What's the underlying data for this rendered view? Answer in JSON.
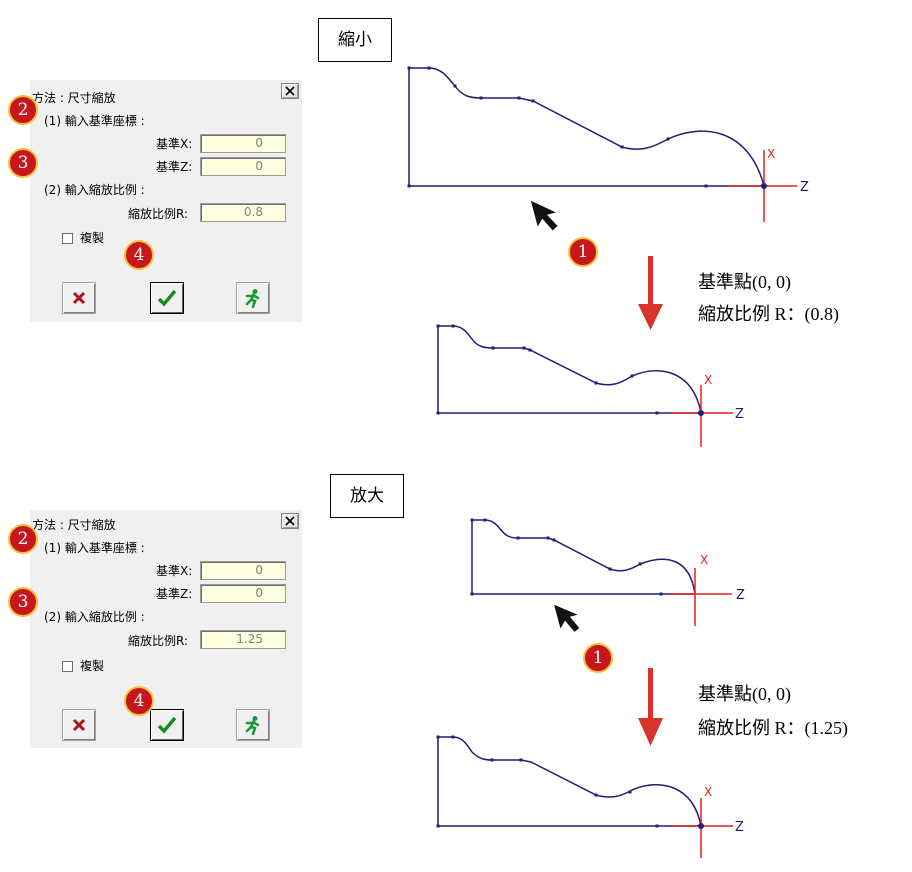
{
  "dialogs": [
    {
      "method_label": "方法 : 尺寸縮放",
      "step1_label": "(1) 輸入基準座標 :",
      "base_x_label": "基準X:",
      "base_x_value": "0",
      "base_z_label": "基準Z:",
      "base_z_value": "0",
      "step2_label": "(2) 輸入縮放比例 :",
      "ratio_label": "縮放比例R:",
      "ratio_value": "0.8",
      "copy_label": "複製"
    },
    {
      "method_label": "方法 : 尺寸縮放",
      "step1_label": "(1) 輸入基準座標 :",
      "base_x_label": "基準X:",
      "base_x_value": "0",
      "base_z_label": "基準Z:",
      "base_z_value": "0",
      "step2_label": "(2) 輸入縮放比例 :",
      "ratio_label": "縮放比例R:",
      "ratio_value": "1.25",
      "copy_label": "複製"
    }
  ],
  "badges": [
    "1",
    "2",
    "3",
    "4"
  ],
  "sections": [
    {
      "title": "縮小",
      "caption_base": "基準點(0, 0)",
      "caption_ratio": "縮放比例 R：(0.8)"
    },
    {
      "title": "放大",
      "caption_base": "基準點(0, 0)",
      "caption_ratio": "縮放比例 R：(1.25)"
    }
  ],
  "axis_labels": {
    "x": "X",
    "z": "Z"
  },
  "colors": {
    "badge": "#c8161d",
    "badge_border": "#f2c23a",
    "profile": "#1f1f7a",
    "axis": "#e02020",
    "arrow_down": "#d9342b",
    "field_bg": "#ffffe1",
    "dialog_bg": "#f0f0f0"
  }
}
